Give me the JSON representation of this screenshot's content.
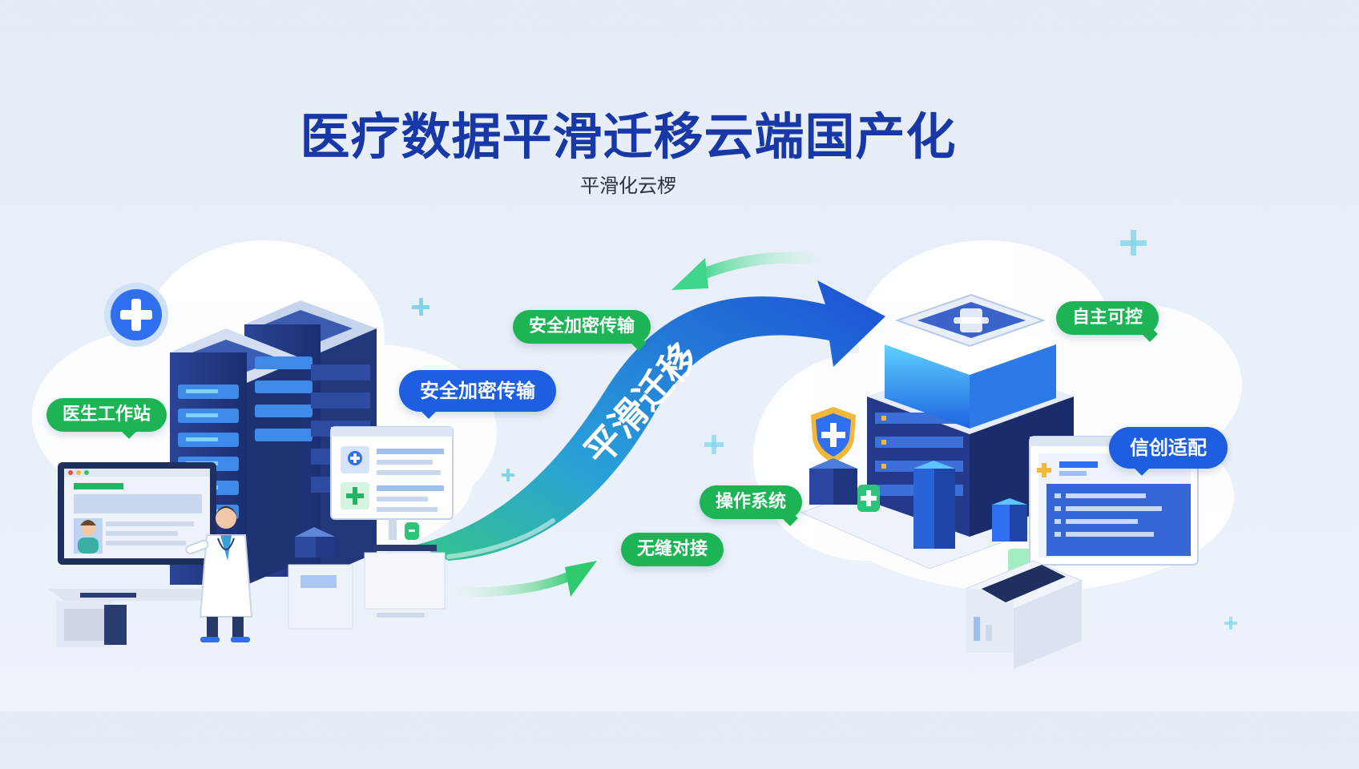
{
  "header": {
    "title": "医疗数据平滑迁移云端国产化",
    "subtitle": "平滑化云椤"
  },
  "arrow": {
    "label": "平滑迁移"
  },
  "labels": {
    "doctor_workstation": "医生工作站",
    "secure_transfer_left": "安全加密传输",
    "secure_transfer_right": "安全加密传输",
    "operating_system": "操作系统",
    "seamless_connection": "无缝对接",
    "independent_control": "自主可控",
    "xinchuang_adaptation": "信创适配"
  },
  "colors": {
    "title": "#1838a8",
    "green_accent": "#1cb455",
    "blue_accent": "#1d5fe0",
    "server_dark": "#243a86"
  },
  "icons": [
    "medical-cross-icon",
    "shield-icon",
    "sparkle-icon"
  ]
}
